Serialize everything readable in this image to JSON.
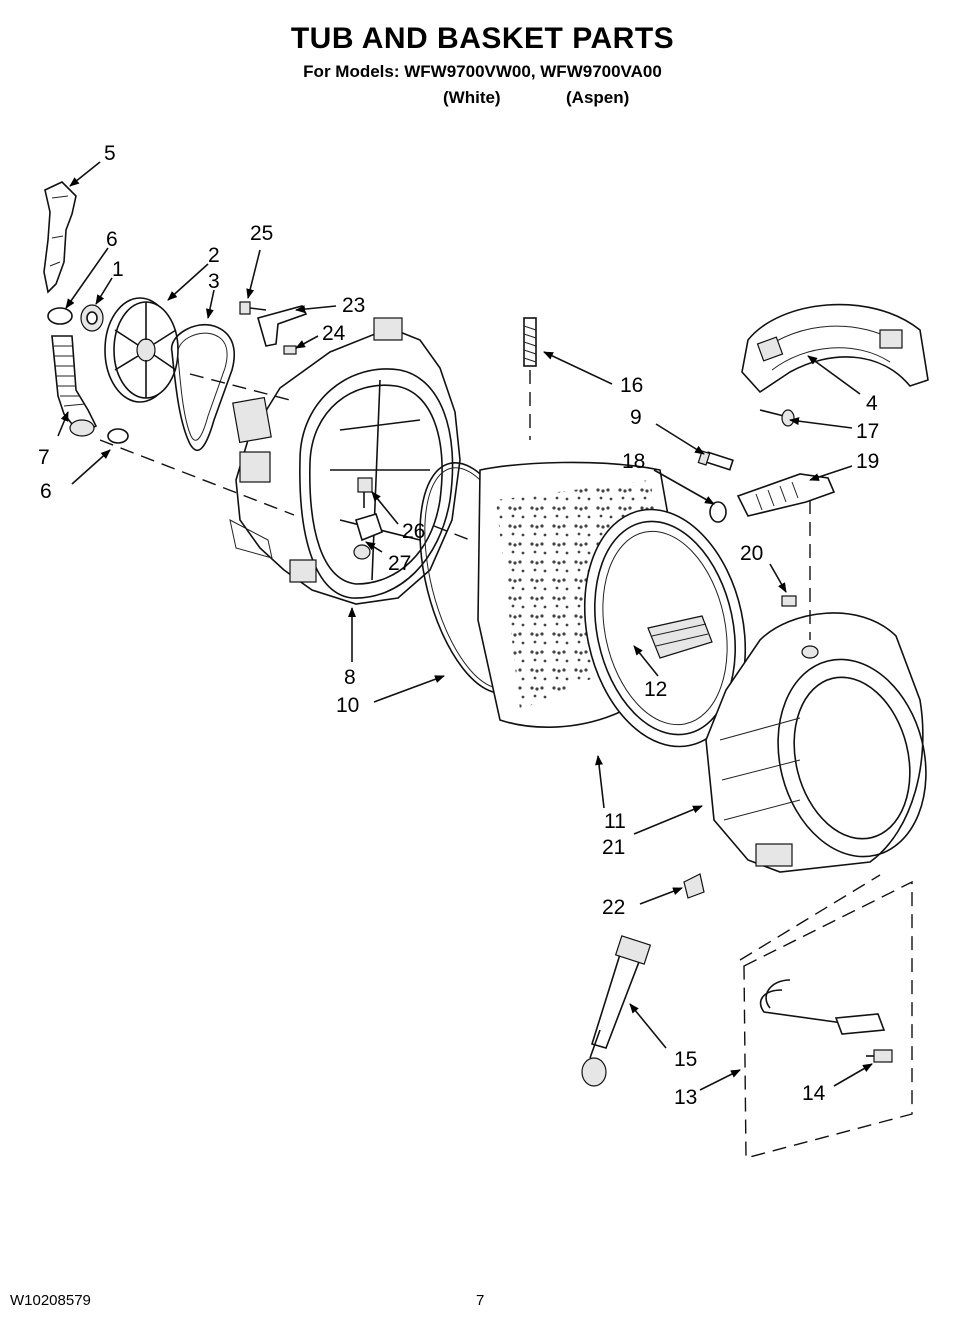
{
  "header": {
    "title": "TUB AND BASKET PARTS",
    "subtitle": "For Models: WFW9700VW00, WFW9700VA00",
    "variant_white": "(White)",
    "variant_aspen": "(Aspen)"
  },
  "footer": {
    "doc_number": "W10208579",
    "page_number": "7"
  },
  "callouts": {
    "c1": "1",
    "c2": "2",
    "c3": "3",
    "c4": "4",
    "c5": "5",
    "c6a": "6",
    "c6b": "6",
    "c7": "7",
    "c8": "8",
    "c9": "9",
    "c10": "10",
    "c11": "11",
    "c12": "12",
    "c13": "13",
    "c14": "14",
    "c15": "15",
    "c16": "16",
    "c17": "17",
    "c18": "18",
    "c19": "19",
    "c20": "20",
    "c21": "21",
    "c22": "22",
    "c23": "23",
    "c24": "24",
    "c25": "25",
    "c26": "26",
    "c27": "27"
  }
}
